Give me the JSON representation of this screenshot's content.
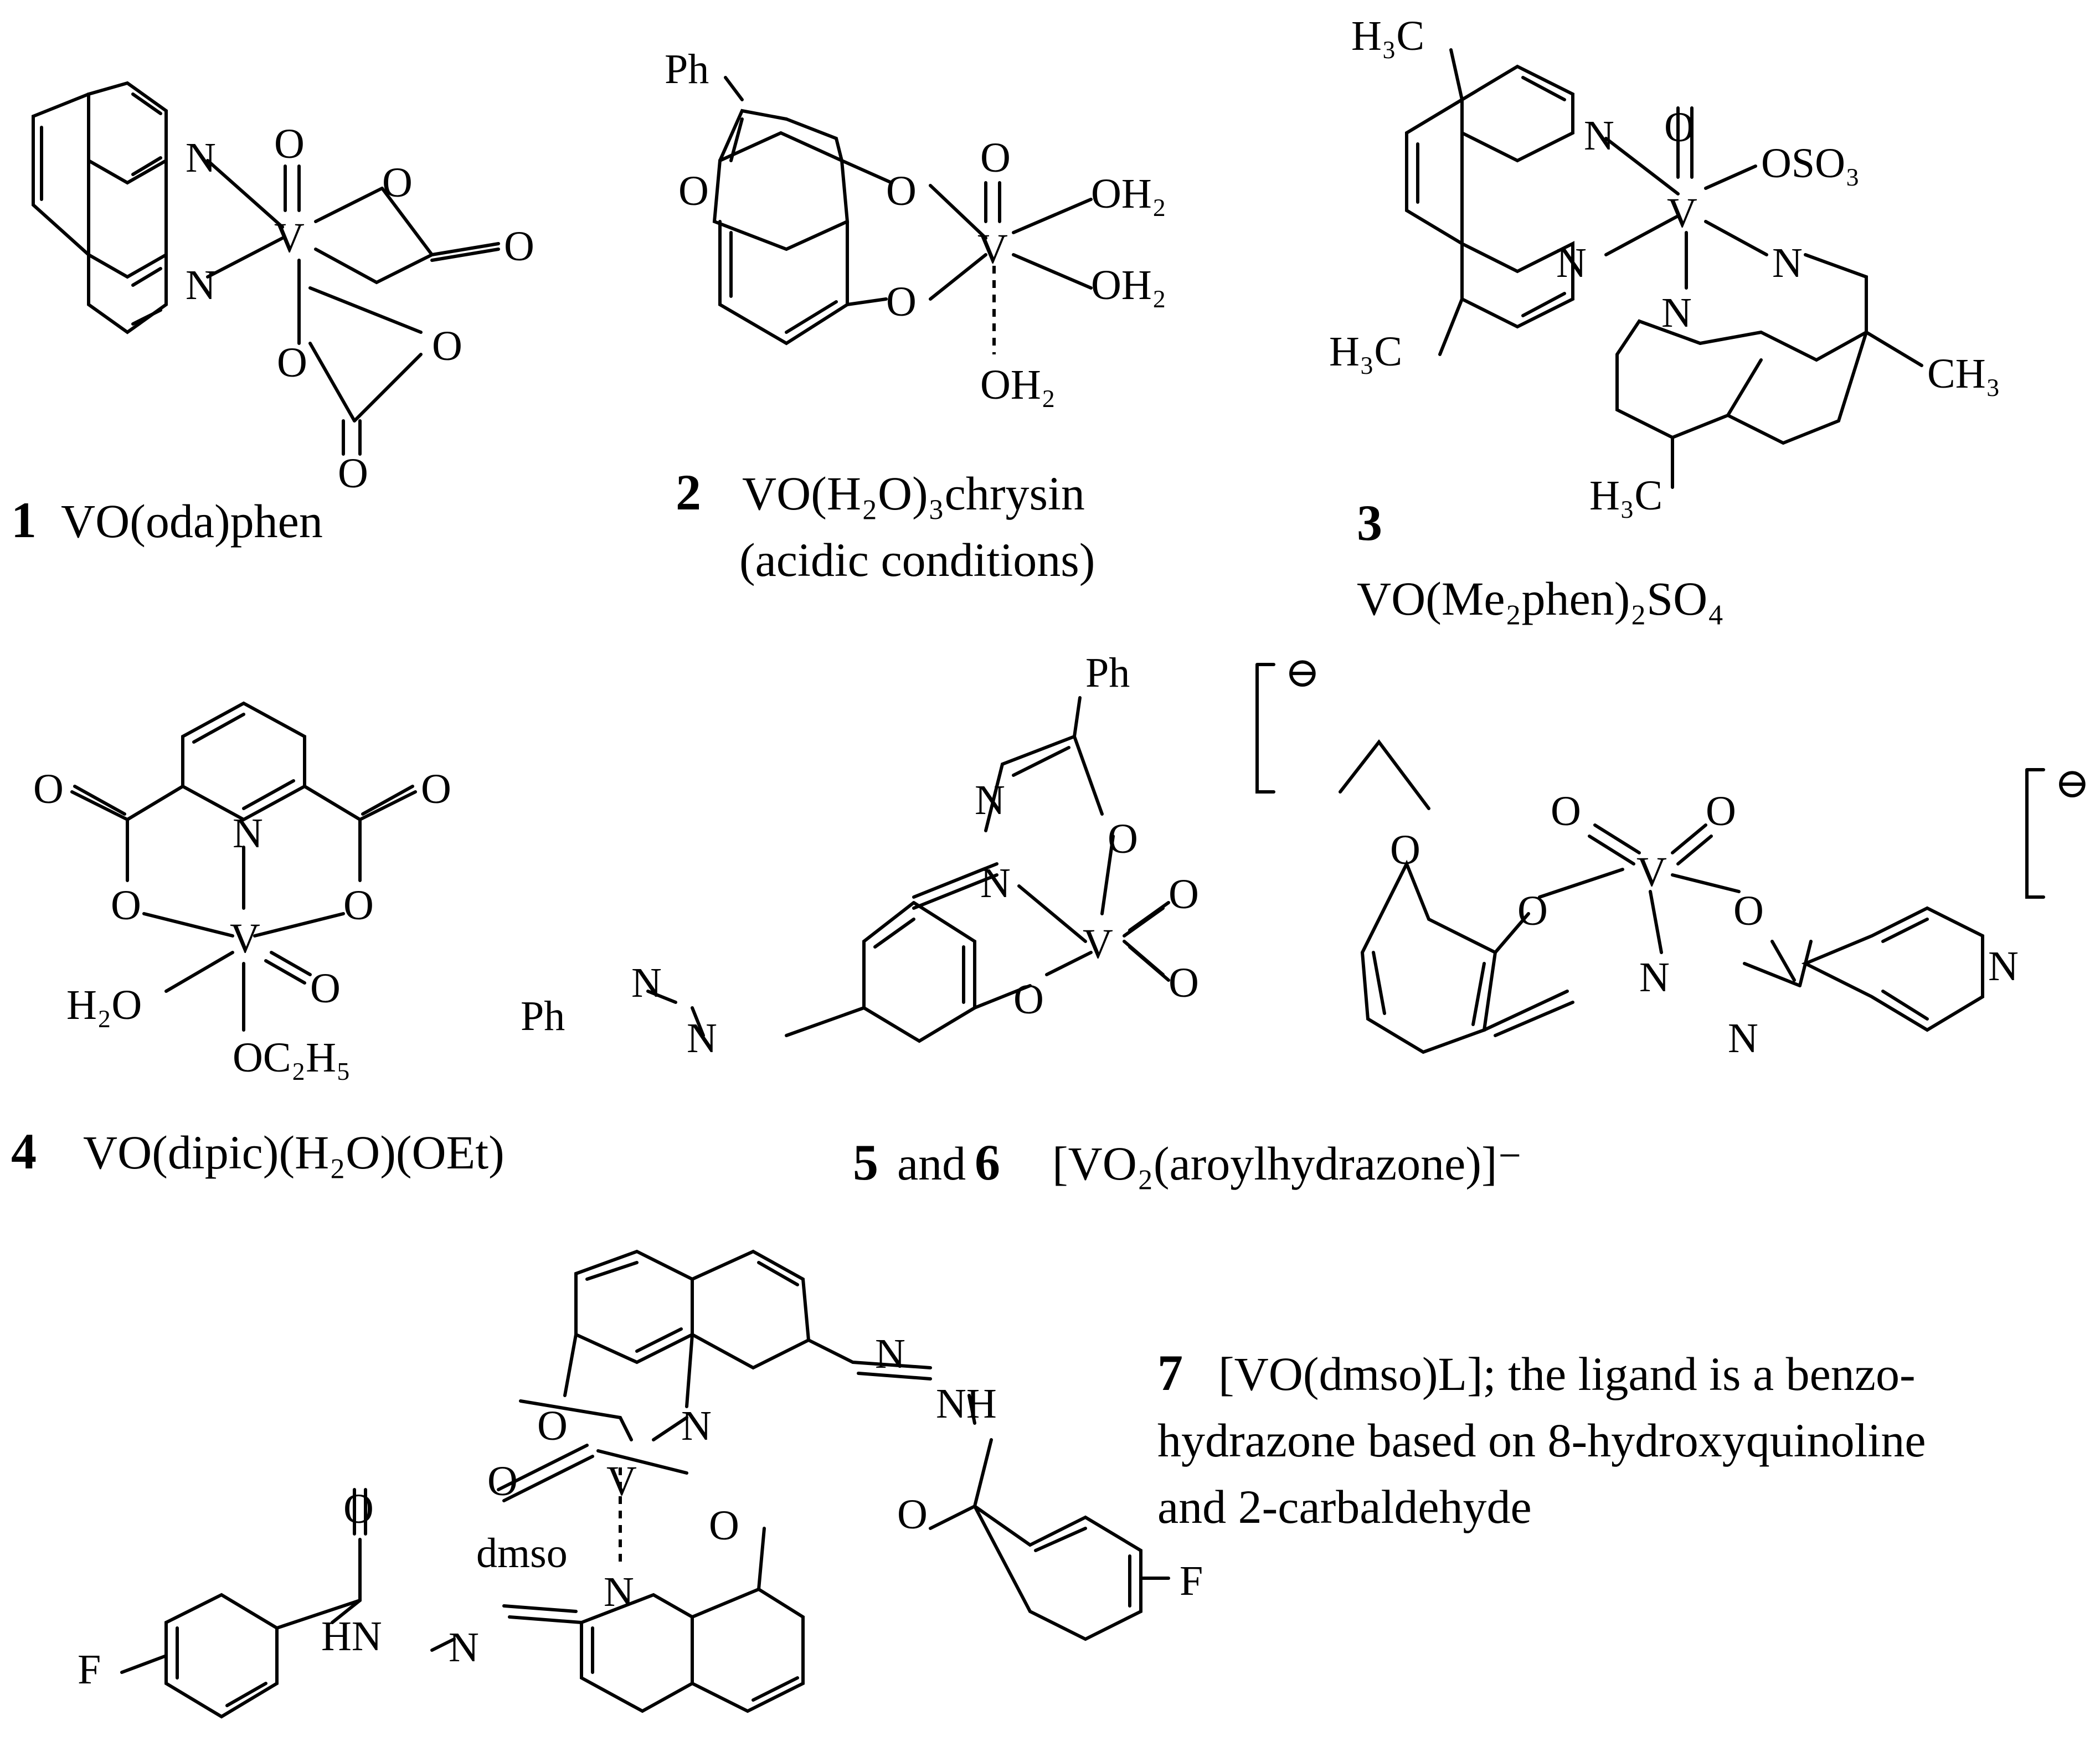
{
  "compounds": [
    {
      "number": "1",
      "name": "VO(oda)phen"
    },
    {
      "number": "2",
      "name": "VO(H₂O)₃chrysin",
      "note": "(acidic conditions)"
    },
    {
      "number": "3",
      "name": "VO(Me₂phen)₂SO₄"
    },
    {
      "number": "4",
      "name": "VO(dipic)(H₂O)(OEt)"
    },
    {
      "number_a": "5",
      "joiner": "and",
      "number_b": "6",
      "name": "[VO₂(aroylhydrazone)]⁻"
    },
    {
      "number": "7",
      "lines": [
        "[VO(dmso)L]; the ligand is a benzo-",
        "hydrazone based on 8-hydroxyquinoline",
        "and 2-carbaldehyde"
      ]
    }
  ],
  "atoms": {
    "v": "V",
    "o": "O",
    "n": "N",
    "f": "F",
    "ph": "Ph",
    "nh": "NH",
    "hn": "HN",
    "oh2": "OH₂",
    "h2o": "H₂O",
    "h3c": "H₃C",
    "ch3": "CH₃",
    "oso3": "OSO₃",
    "oc2h5": "OC₂H₅",
    "dmso": "dmso",
    "minus": "⊖"
  }
}
